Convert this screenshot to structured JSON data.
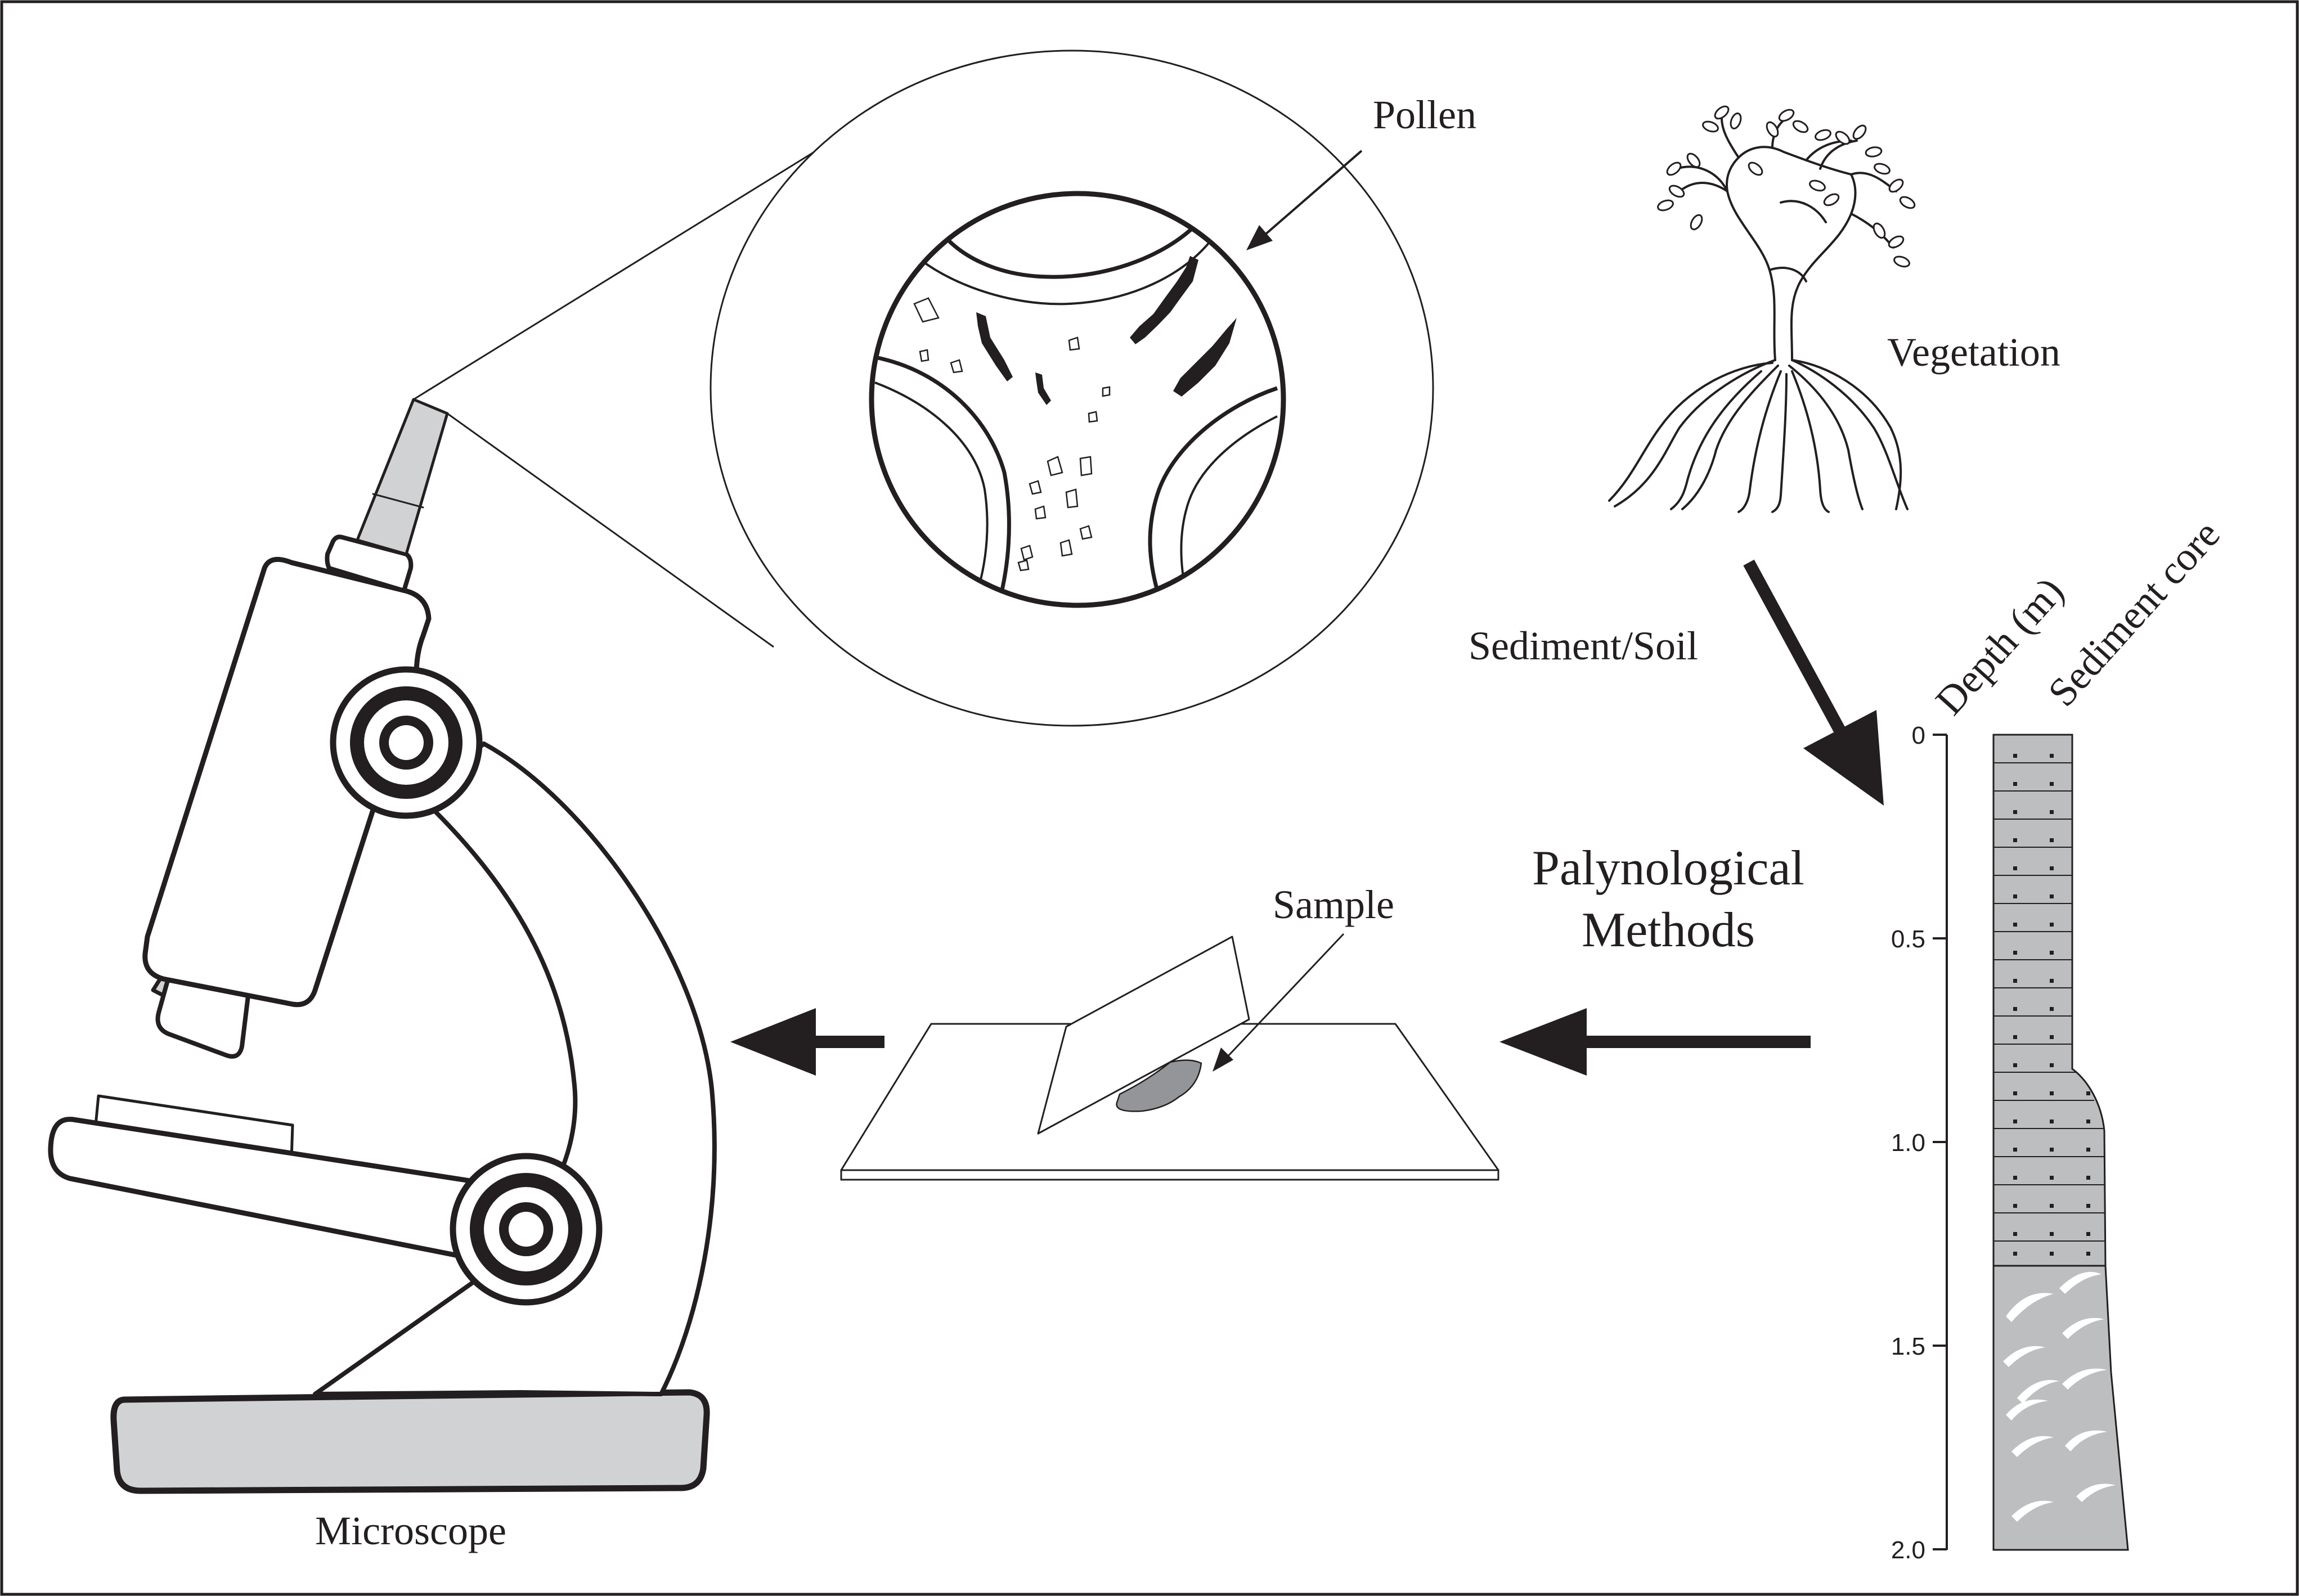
{
  "labels": {
    "pollen": "Pollen",
    "vegetation": "Vegetation",
    "sediment_soil": "Sediment/Soil",
    "depth_axis": "Depth (m)",
    "sediment_core": "Sediment core",
    "palynological_line1": "Palynological",
    "palynological_line2": "Methods",
    "sample": "Sample",
    "microscope": "Microscope"
  },
  "depth_ticks": [
    "0",
    "0.5",
    "1.0",
    "1.5",
    "2.0"
  ],
  "colors": {
    "line": "#231f20",
    "gray_fill": "#d1d2d4",
    "core_fill": "#bcbec0",
    "sample_fill": "#939598"
  }
}
